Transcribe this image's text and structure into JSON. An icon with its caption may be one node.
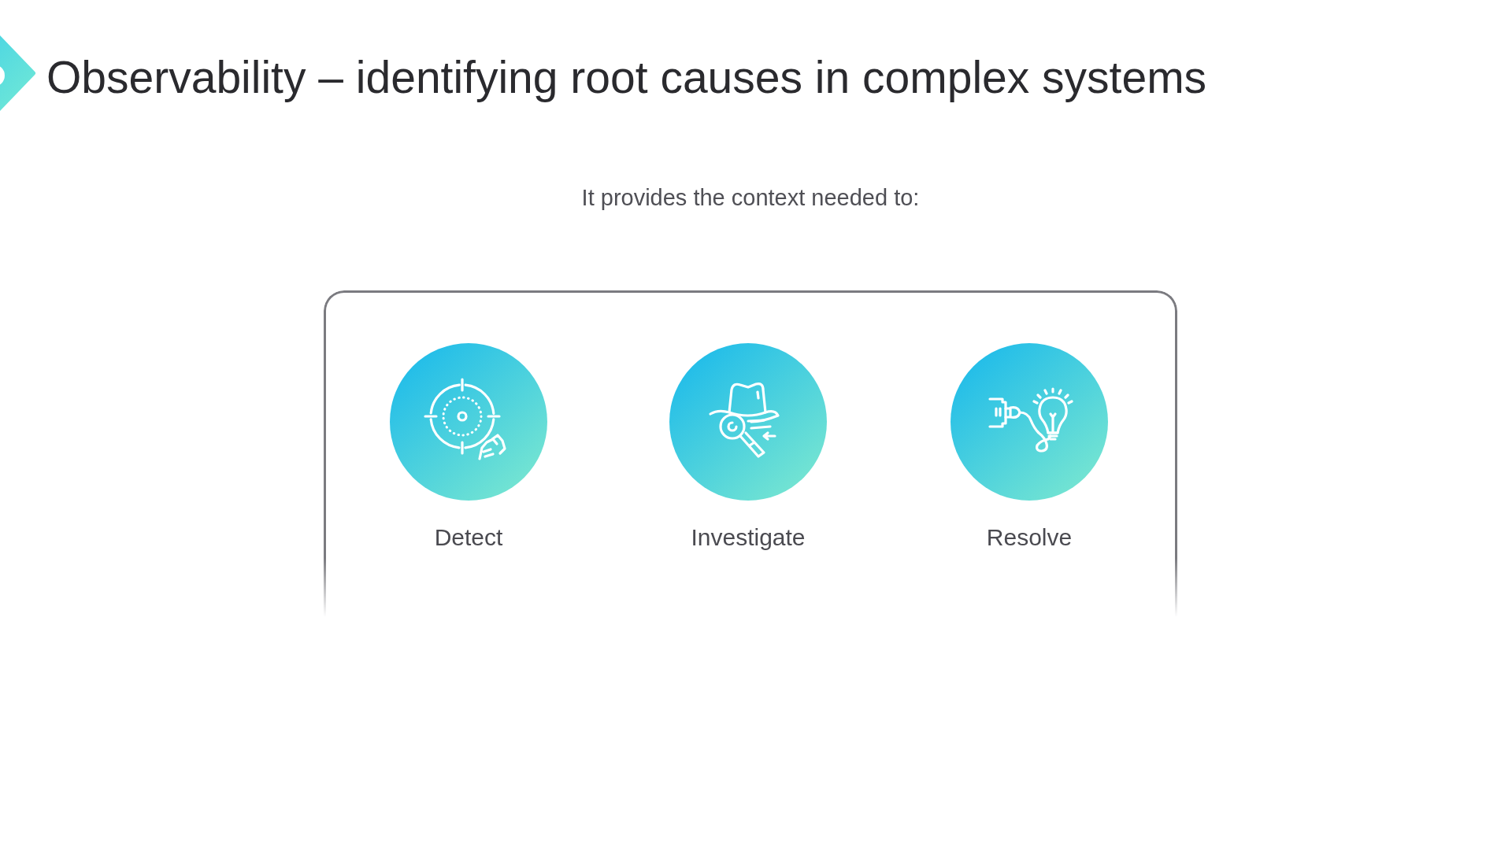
{
  "diagram": {
    "title": "Observability – identifying root causes in complex systems",
    "nodes": [
      {
        "text": [],
        "shape": "box"
      },
      {
        "text": [
          "Detect"
        ],
        "in": 0
      },
      {
        "text": [
          "Investigate"
        ],
        "in": 0
      },
      {
        "text": [
          "Resolve"
        ],
        "in": 0
      }
    ],
    "labels": [
      "It provides the context needed to:"
    ]
  }
}
